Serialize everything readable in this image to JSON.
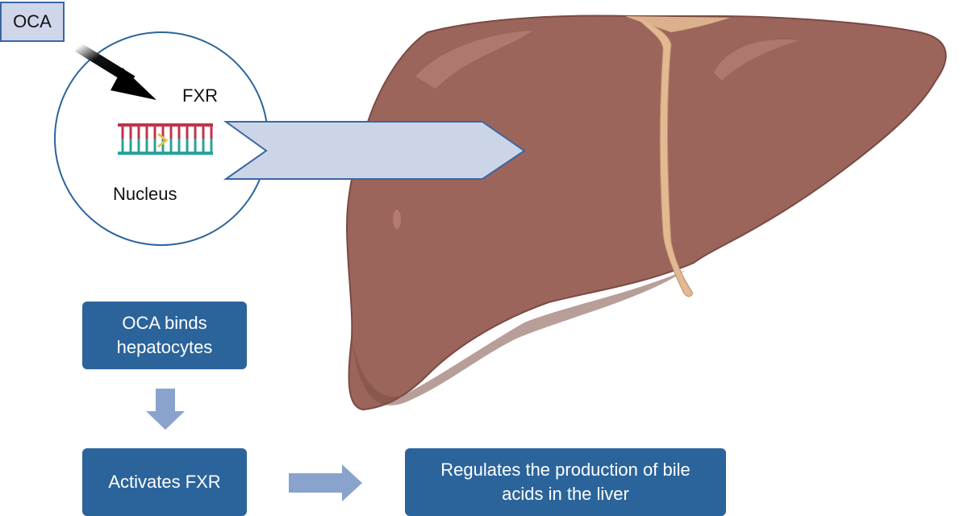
{
  "drug_label": "OCA",
  "nucleus": {
    "receptor_label": "FXR",
    "title": "Nucleus"
  },
  "steps": [
    {
      "text": "OCA binds hepatocytes"
    },
    {
      "text": "Activates FXR"
    },
    {
      "text": "Regulates the production of bile acids in the liver"
    }
  ],
  "colors": {
    "step_box": "#2b649b",
    "step_arrow": "#8aa3cd",
    "chevron_fill": "#ccd5e8",
    "chevron_stroke": "#3a67a1",
    "liver": "#9b655c",
    "ligament": "#e2b992"
  }
}
